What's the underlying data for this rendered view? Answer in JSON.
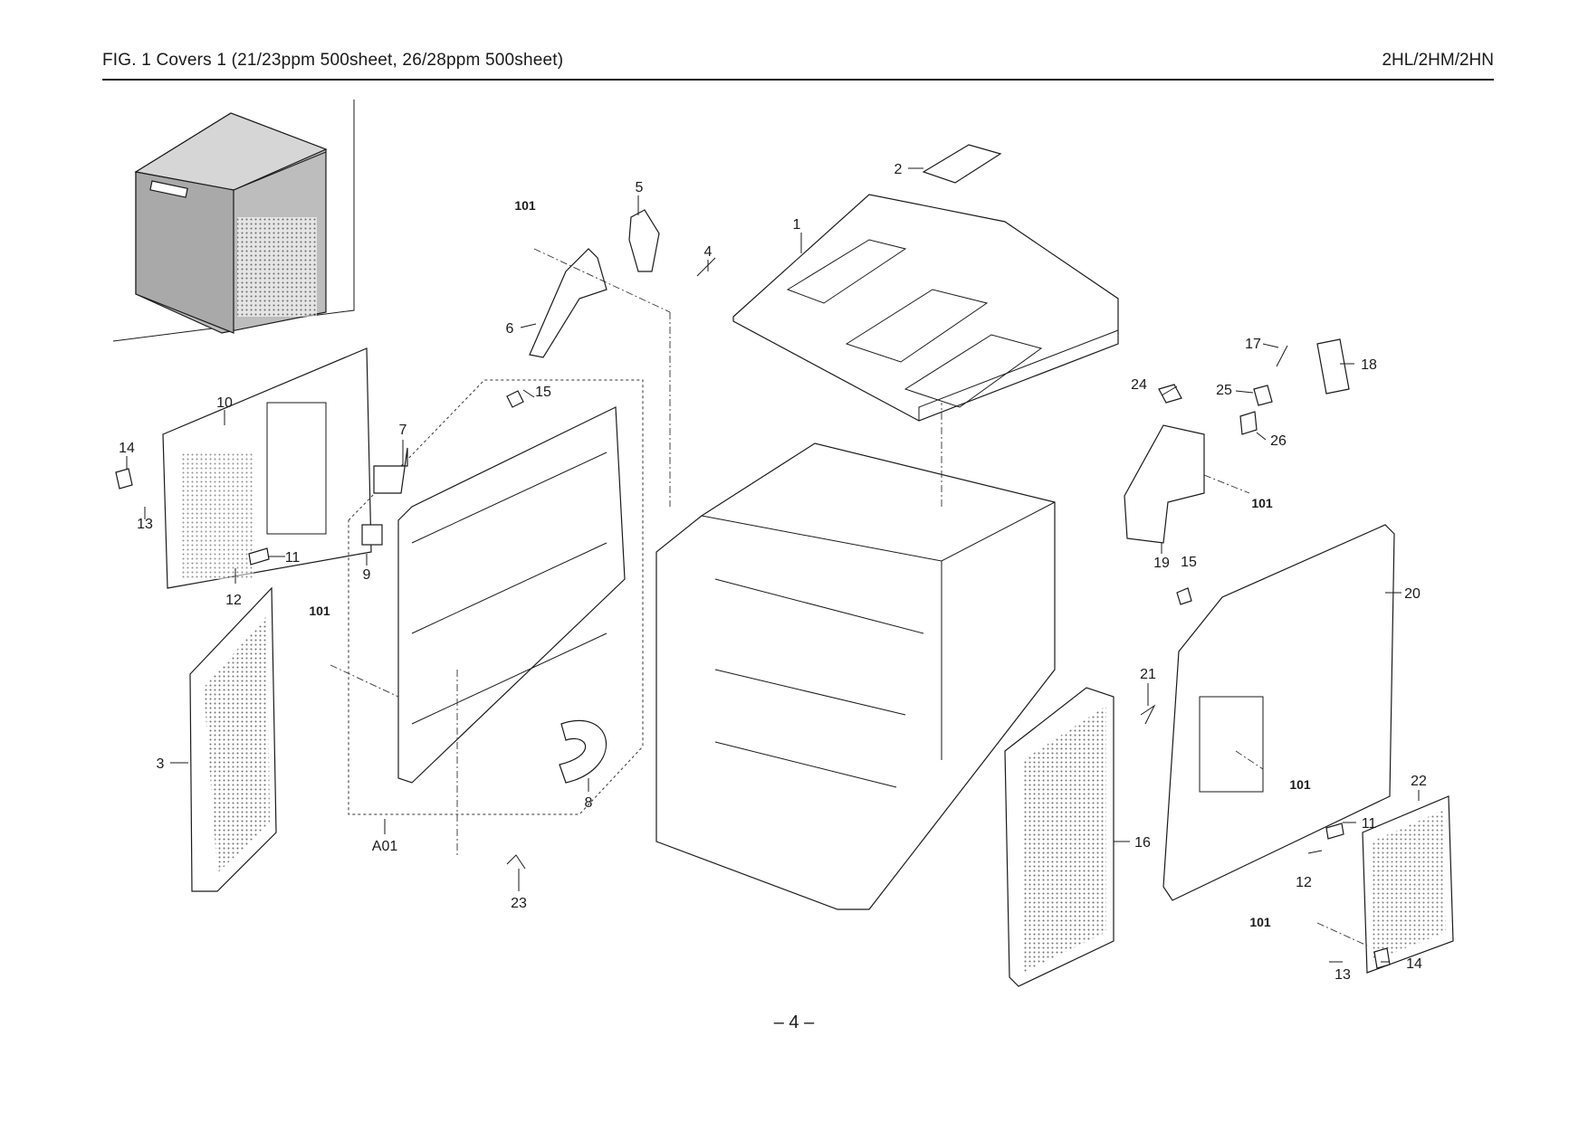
{
  "header": {
    "title": "FIG.  1  Covers 1 (21/23ppm 500sheet, 26/28ppm 500sheet)",
    "model": "2HL/2HM/2HN"
  },
  "footer": {
    "page_number": "– 4 –"
  },
  "callouts": {
    "c1": "1",
    "c2": "2",
    "c3": "3",
    "c4": "4",
    "c5": "5",
    "c6": "6",
    "c7": "7",
    "c8": "8",
    "c9": "9",
    "c10": "10",
    "c11a": "11",
    "c11b": "11",
    "c12a": "12",
    "c12b": "12",
    "c13a": "13",
    "c13b": "13",
    "c14a": "14",
    "c14b": "14",
    "c15a": "15",
    "c15b": "15",
    "c16": "16",
    "c17": "17",
    "c18": "18",
    "c19": "19",
    "c20": "20",
    "c21": "21",
    "c22": "22",
    "c23": "23",
    "c24": "24",
    "c25": "25",
    "c26": "26",
    "a01": "A01",
    "s101a": "101",
    "s101b": "101",
    "s101c": "101",
    "s101d": "101",
    "s101e": "101"
  },
  "colors": {
    "ink": "#1a1a1a",
    "shade": "#bdbdbd",
    "paper": "#ffffff"
  }
}
